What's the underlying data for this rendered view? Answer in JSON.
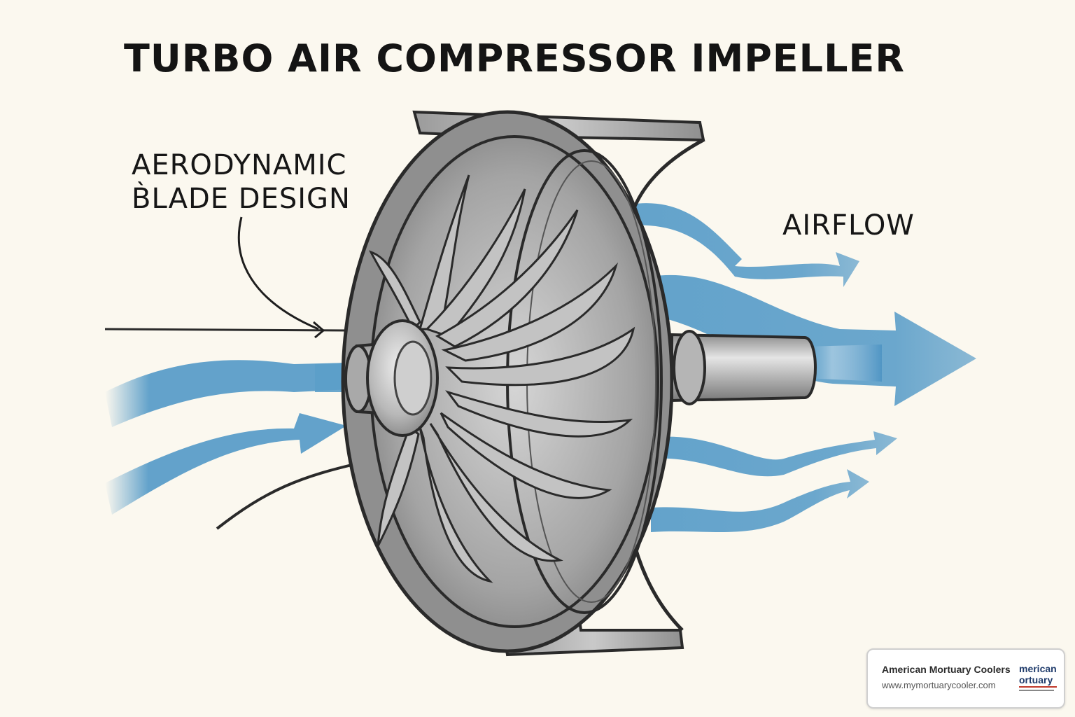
{
  "title": "TURBO AIR COMPRESSOR IMPELLER",
  "labels": {
    "blade_line1": "AERODYNAMIC",
    "blade_line2": "B̀LADE DESIGN",
    "airflow": "AIRFLOW"
  },
  "watermark": {
    "name": "American Mortuary Coolers",
    "url": "www.mymortuarycooler.com",
    "logo_text_line1": "merican",
    "logo_text_line2": "ortuary"
  },
  "colors": {
    "background": "#fbf8ef",
    "airflow_blue": "#5b9ec9",
    "metal_gray": "#a9aaab",
    "outline": "#2a2a2a"
  }
}
